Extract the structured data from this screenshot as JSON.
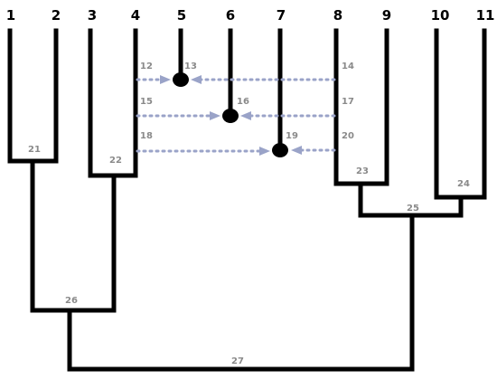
{
  "diagram": {
    "leaves": [
      "1",
      "2",
      "3",
      "4",
      "5",
      "6",
      "7",
      "8",
      "9",
      "10",
      "11"
    ],
    "nodes": [
      "12",
      "13",
      "14",
      "15",
      "16",
      "17",
      "18",
      "19",
      "20",
      "21",
      "22",
      "23",
      "24",
      "25",
      "26",
      "27"
    ]
  },
  "colors": {
    "branch": "#000000",
    "arrow": "#9aa3c8",
    "node_label": "#8a8a8a"
  }
}
